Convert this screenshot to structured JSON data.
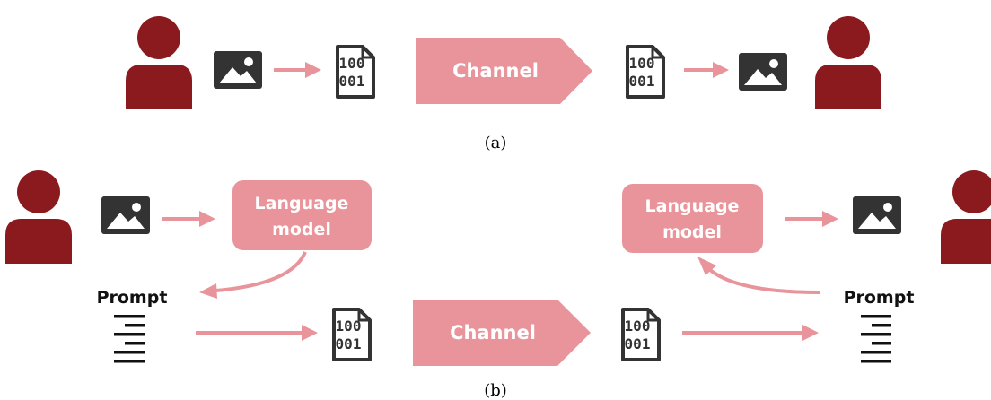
{
  "colors": {
    "person": "#8b1a1f",
    "accent": "#e8949a",
    "icon": "#333333",
    "text": "#111111"
  },
  "panel_a": {
    "channel_label": "Channel",
    "file_bits_line1": "100",
    "file_bits_line2": "001",
    "caption": "(a)"
  },
  "panel_b": {
    "language_model_line1": "Language",
    "language_model_line2": "model",
    "prompt_label": "Prompt",
    "channel_label": "Channel",
    "file_bits_line1": "100",
    "file_bits_line2": "001",
    "caption": "(b)"
  },
  "icons": {
    "person": "person-icon",
    "image": "image-icon",
    "file": "binary-file-icon",
    "prompt_text": "text-lines-icon"
  }
}
